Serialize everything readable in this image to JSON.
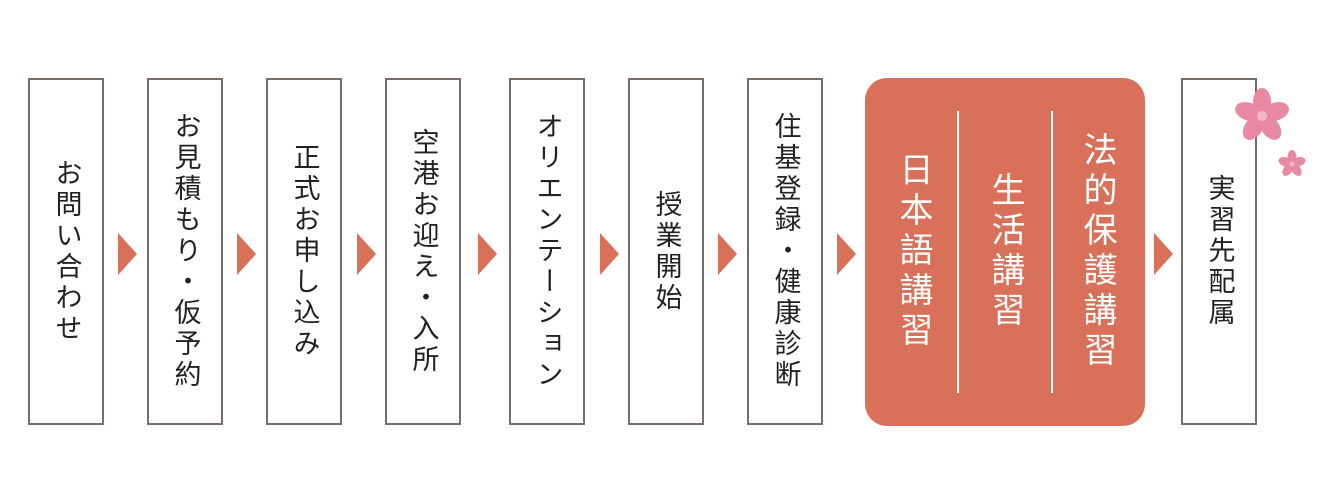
{
  "steps": [
    {
      "label": "お問い合わせ"
    },
    {
      "label": "お見積もり・仮予約"
    },
    {
      "label": "正式お申し込み"
    },
    {
      "label": "空港お迎え・入所"
    },
    {
      "label": "オリエンテーション"
    },
    {
      "label": "授業開始"
    },
    {
      "label": "住基登録・健康診断"
    }
  ],
  "highlight": {
    "courses": [
      "日本語講習",
      "生活講習",
      "法的保護講習"
    ],
    "color": "#d8705a"
  },
  "final_step": {
    "label": "実習先配属"
  },
  "colors": {
    "border": "#7a6c67",
    "arrow": "#d8705a",
    "blossom": "#e88aa4"
  },
  "decoration": {
    "icon": "cherry-blossom-icon"
  }
}
